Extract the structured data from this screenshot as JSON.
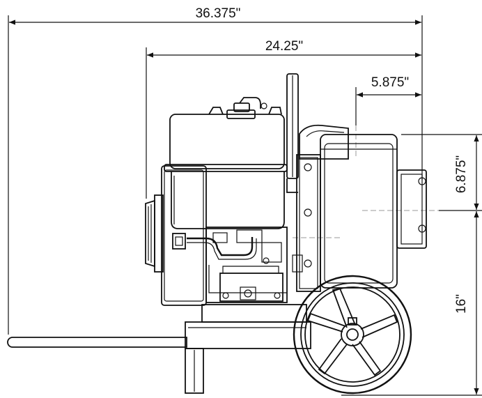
{
  "dimensions": {
    "overall_length": "36.375\"",
    "pump_length": "24.25\"",
    "outlet_offset": "5.875\"",
    "outlet_height": "6.875\"",
    "overall_height": "16\""
  }
}
